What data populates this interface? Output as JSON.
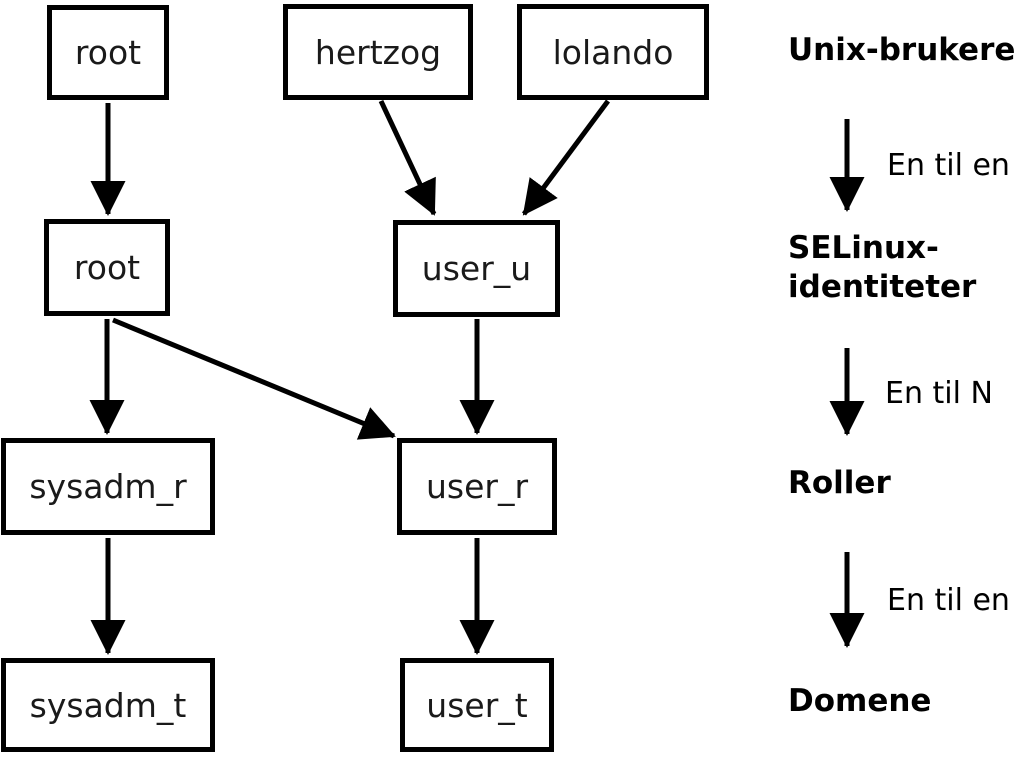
{
  "diagram": {
    "background_color": "#ffffff",
    "stroke_color": "#000000",
    "nodes": [
      {
        "id": "unix-root",
        "label": "root",
        "level": "Unix-brukere"
      },
      {
        "id": "unix-hertzog",
        "label": "hertzog",
        "level": "Unix-brukere"
      },
      {
        "id": "unix-lolando",
        "label": "lolando",
        "level": "Unix-brukere"
      },
      {
        "id": "selinux-root",
        "label": "root",
        "level": "SELinux-identiteter"
      },
      {
        "id": "selinux-user-u",
        "label": "user_u",
        "level": "SELinux-identiteter"
      },
      {
        "id": "role-sysadm-r",
        "label": "sysadm_r",
        "level": "Roller"
      },
      {
        "id": "role-user-r",
        "label": "user_r",
        "level": "Roller"
      },
      {
        "id": "domain-sysadm-t",
        "label": "sysadm_t",
        "level": "Domene"
      },
      {
        "id": "domain-user-t",
        "label": "user_t",
        "level": "Domene"
      }
    ],
    "edges": [
      {
        "from": "unix-root",
        "to": "selinux-root"
      },
      {
        "from": "unix-hertzog",
        "to": "selinux-user-u"
      },
      {
        "from": "unix-lolando",
        "to": "selinux-user-u"
      },
      {
        "from": "selinux-root",
        "to": "role-sysadm-r"
      },
      {
        "from": "selinux-root",
        "to": "role-user-r"
      },
      {
        "from": "selinux-user-u",
        "to": "role-user-r"
      },
      {
        "from": "role-sysadm-r",
        "to": "domain-sysadm-t"
      },
      {
        "from": "role-user-r",
        "to": "domain-user-t"
      }
    ],
    "legend": {
      "level1": "Unix-brukere",
      "level2_line1": "SELinux-",
      "level2_line2": "identiteter",
      "level3": "Roller",
      "level4": "Domene",
      "mapping1": "En til en",
      "mapping2": "En til N",
      "mapping3": "En til en"
    }
  }
}
